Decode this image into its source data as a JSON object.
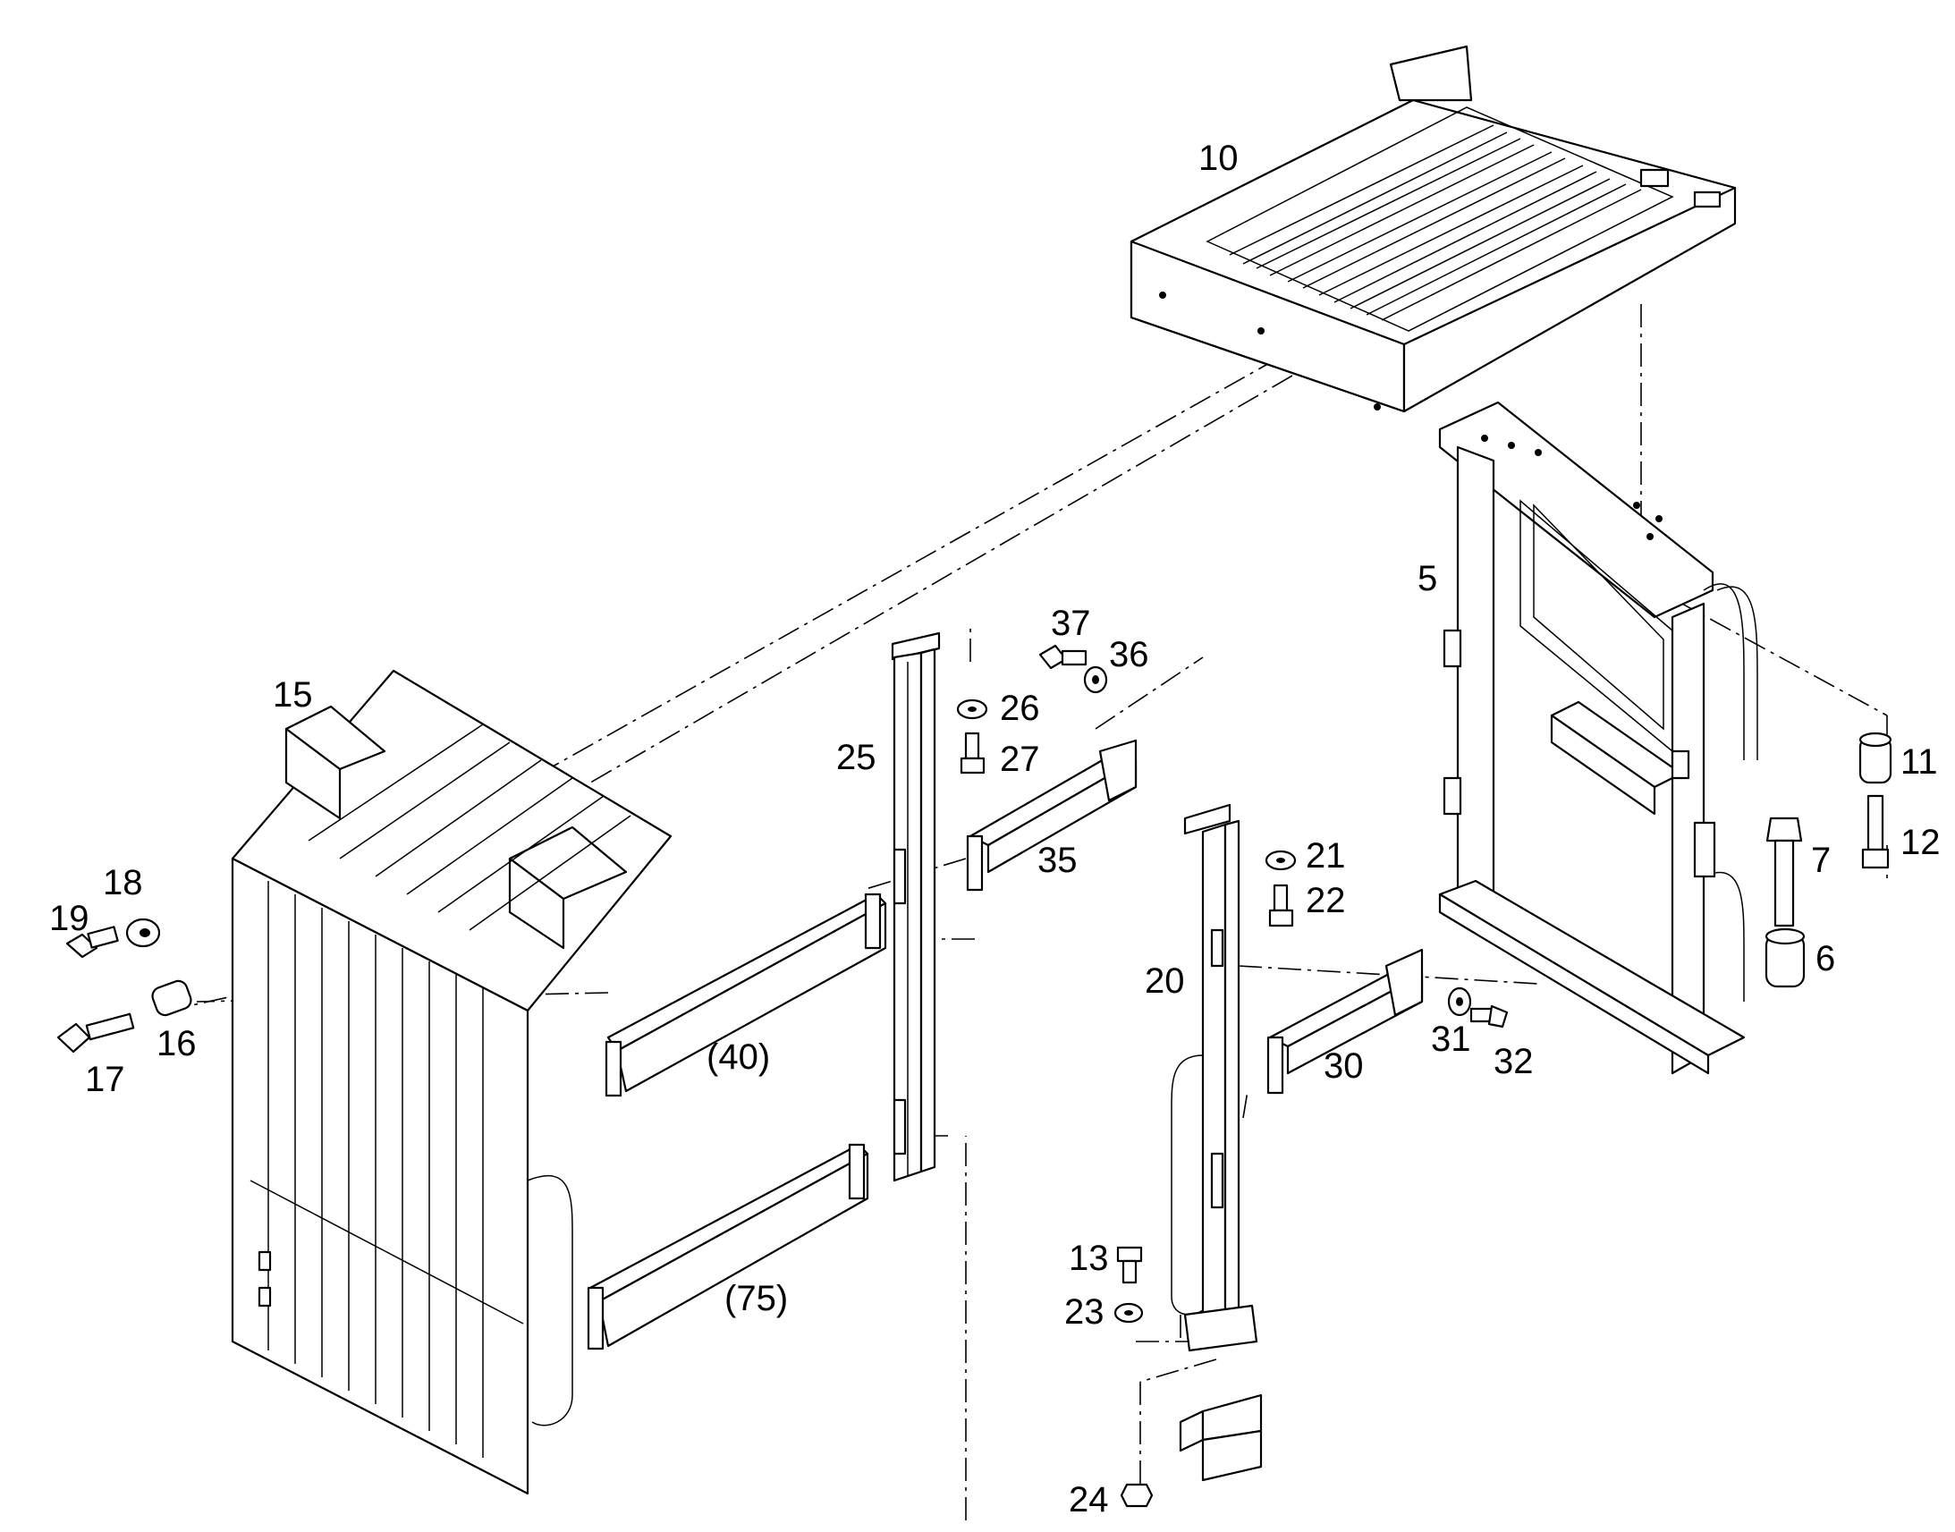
{
  "callouts": {
    "c5": "5",
    "c6": "6",
    "c7": "7",
    "c10": "10",
    "c11": "11",
    "c12": "12",
    "c13": "13",
    "c15": "15",
    "c16": "16",
    "c17": "17",
    "c18": "18",
    "c19": "19",
    "c20": "20",
    "c21": "21",
    "c22": "22",
    "c23": "23",
    "c24": "24",
    "c25": "25",
    "c26": "26",
    "c27": "27",
    "c30": "30",
    "c31": "31",
    "c32": "32",
    "c35": "35",
    "c36": "36",
    "c37": "37",
    "c40": "(40)",
    "c75": "(75)"
  },
  "colors": {
    "line": "#000000",
    "background": "#ffffff",
    "shade": "#cfcfcf"
  }
}
